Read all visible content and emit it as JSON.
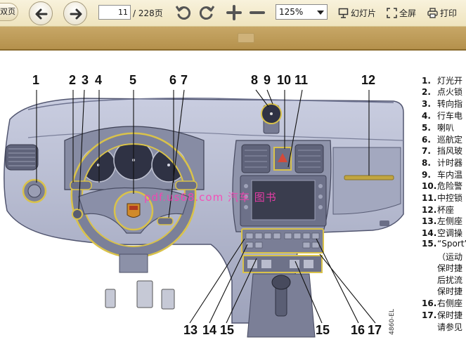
{
  "toolbar": {
    "prev_tab_label": "双页",
    "current_page": "11",
    "total_pages": "/ 228页",
    "zoom": "125%",
    "slideshow_label": "幻灯片",
    "fullscreen_label": "全屏",
    "print_label": "打印"
  },
  "figure": {
    "watermark": "pdf.us68.com 汽车 图书",
    "side_code": "4860-EL",
    "callouts": [
      "1",
      "2",
      "3",
      "4",
      "5",
      "6",
      "7",
      "8",
      "9",
      "10",
      "11",
      "12",
      "13",
      "14",
      "15",
      "15",
      "16",
      "17"
    ]
  },
  "legend": {
    "items": [
      {
        "num": "1.",
        "text": "灯光开"
      },
      {
        "num": "2.",
        "text": "点火锁"
      },
      {
        "num": "3.",
        "text": "转向指"
      },
      {
        "num": "4.",
        "text": "行车电"
      },
      {
        "num": "5.",
        "text": "喇叭"
      },
      {
        "num": "6.",
        "text": "巡航定"
      },
      {
        "num": "7.",
        "text": "挡风玻"
      },
      {
        "num": "8.",
        "text": "计时器"
      },
      {
        "num": "9.",
        "text": "车内温"
      },
      {
        "num": "10.",
        "text": "危险警"
      },
      {
        "num": "11.",
        "text": "中控锁"
      },
      {
        "num": "12.",
        "text": "杯座"
      },
      {
        "num": "13.",
        "text": "左侧座"
      },
      {
        "num": "14.",
        "text": "空调操"
      },
      {
        "num": "15.",
        "text": "“Sport”"
      },
      {
        "num": "",
        "text": "（运动"
      },
      {
        "num": "",
        "text": "保时捷"
      },
      {
        "num": "",
        "text": "后扰流"
      },
      {
        "num": "",
        "text": "保时捷"
      },
      {
        "num": "16.",
        "text": "右侧座"
      },
      {
        "num": "17.",
        "text": "保时捷"
      },
      {
        "num": "",
        "text": "请参见"
      }
    ]
  },
  "colors": {
    "toolbar_bg": "#f3ebcd",
    "subbar_bg": "#be9c5a",
    "dashboard": "#a9aec3",
    "highlight": "#d9c24a",
    "watermark": "#ff3db4"
  }
}
